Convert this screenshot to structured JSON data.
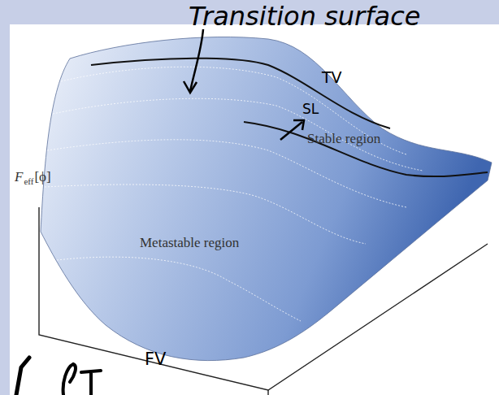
{
  "diagram": {
    "labels": [
      "Transition surface",
      "TV",
      "SL",
      "Stable region",
      "Metastable region",
      "FV",
      "F",
      "eff",
      "[ϕ]"
    ]
  }
}
